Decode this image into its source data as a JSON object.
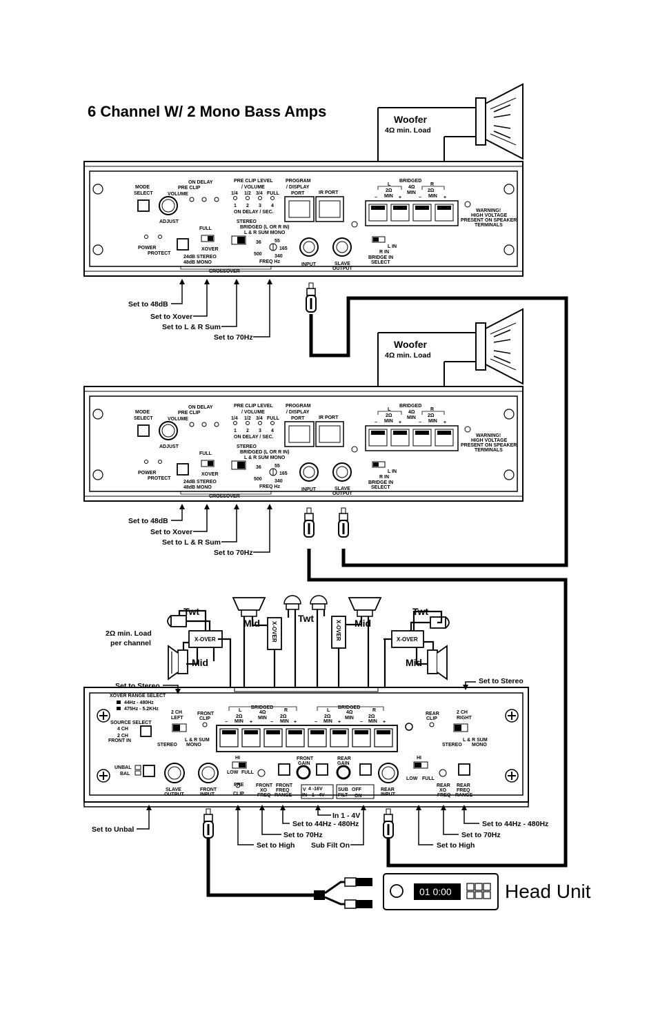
{
  "title": "6 Channel W/ 2 Mono Bass Amps",
  "woofer": {
    "label": "Woofer",
    "load": "4Ω min. Load"
  },
  "panel": {
    "mode_select_1": "MODE",
    "mode_select_2": "SELECT",
    "volume": "VOLUME",
    "adjust": "ADJUST",
    "on_delay": "ON DELAY",
    "pre_clip": "PRE CLIP",
    "pre_clip_level": "PRE CLIP LEVEL",
    "volume_slash": "/ VOLUME",
    "fracs": [
      "1/4",
      "1/2",
      "3/4",
      "FULL"
    ],
    "nums": [
      "1",
      "2",
      "3",
      "4"
    ],
    "on_delay_sec": "ON DELAY / SEC.",
    "program": "PROGRAM",
    "display": "/ DISPLAY",
    "port": "PORT",
    "ir_port": "IR PORT",
    "stereo": "STEREO",
    "bridged_lr": "BRIDGED (L OR R  IN)",
    "lr_sum_mono": "L & R SUM MONO",
    "full": "FULL",
    "xover": "XOVER",
    "power": "POWER",
    "protect": "PROTECT",
    "db24": "24dB STEREO",
    "db48": "48dB MONO",
    "crossover": "CROSSOVER",
    "f36": "36",
    "f55": "55",
    "f165": "165",
    "f340": "340",
    "f500": "500",
    "freq_hz": "FREQ Hz",
    "input": "INPUT",
    "slave": "SLAVE",
    "output": "OUTPUT",
    "bridged": "BRIDGED",
    "l": "L",
    "r": "R",
    "two_ohm": "2Ω",
    "min": "MIN",
    "four_ohm": "4Ω",
    "minus": "−",
    "plus": "+",
    "l_in": "L IN",
    "r_in": "R IN",
    "bridge_in": "BRIDGE IN",
    "select": "SELECT",
    "warning": "WARNING!",
    "high_voltage": "HIGH VOLTAGE",
    "present_on": "PRESENT ON SPEAKER",
    "terminals": "TERMINALS"
  },
  "amp_notes": [
    "Set to 48dB",
    "Set to Xover",
    "Set to L & R Sum",
    "Set to 70Hz"
  ],
  "speakers": {
    "twt": "Twt",
    "mid": "Mid",
    "xover": "X-OVER",
    "load_1": "2Ω min. Load",
    "load_2": "per channel"
  },
  "six_ch": {
    "xover_range": "XOVER RANGE SELECT",
    "r1": "44Hz - 480Hz",
    "r2": "475Hz - 5.2KHz",
    "source_select": "SOURCE SELECT",
    "ch4": "4 CH",
    "ch2": "2 CH",
    "front_in": "FRONT IN",
    "two_ch": "2 CH",
    "left": "LEFT",
    "right": "RIGHT",
    "stereo": "STEREO",
    "lr_sum": "L & R SUM",
    "mono": "MONO",
    "front_clip_1": "FRONT",
    "front_clip_2": "CLIP",
    "rear_clip_1": "REAR",
    "rear_clip_2": "CLIP",
    "unbal": "UNBAL",
    "bal": "BAL",
    "slave": "SLAVE",
    "output": "OUTPUT",
    "front": "FRONT",
    "input": "INPUT",
    "hi": "HI",
    "low": "LOW",
    "full": "FULL",
    "pre": "PRE",
    "clip": "CLIP",
    "front_xo": "FRONT",
    "xo": "XO",
    "freq": "FREQ",
    "range": "RANGE",
    "front_gain": "FRONT",
    "gain": "GAIN",
    "rear": "REAR",
    "v416": "4 -16V",
    "v14": "1 - 4V",
    "v": "V",
    "in": "IN",
    "sub": "SUB",
    "filt": "FILT",
    "off": "OFF",
    "on": "ON",
    "rear_input": "REAR"
  },
  "six_notes": {
    "stereo_l": "Set to Stereo",
    "stereo_r": "Set to Stereo",
    "unbal": "Set to Unbal",
    "high_l": "Set to High",
    "hz70_l": "Set to 70Hz",
    "range_l": "Set to 44Hz - 480Hz",
    "in14": "In 1 - 4V",
    "sub_on": "Sub Filt On",
    "high_r": "Set to High",
    "hz70_r": "Set to 70Hz",
    "range_r": "Set to 44Hz - 480Hz"
  },
  "head_unit": {
    "label": "Head Unit",
    "display": "01  0:00"
  }
}
